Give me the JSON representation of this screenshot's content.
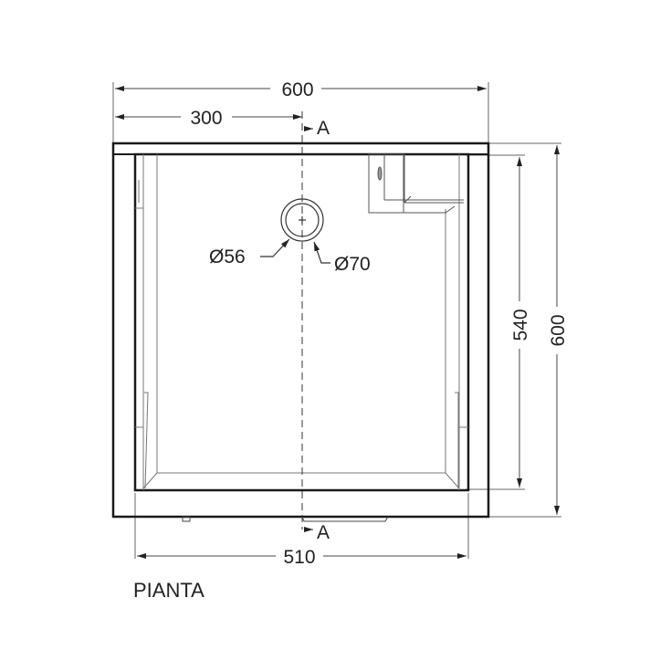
{
  "drawing": {
    "view_title": "PIANTA",
    "section_marker": "A",
    "dimensions": {
      "overall_width": "600",
      "half_width": "300",
      "inner_width": "510",
      "inner_depth": "540",
      "overall_depth": "600",
      "drain_inner_diameter": "Ø56",
      "drain_outer_diameter": "Ø70"
    },
    "colors": {
      "line": "#1a1a1a",
      "thin_line": "#555555",
      "background": "#ffffff"
    }
  }
}
